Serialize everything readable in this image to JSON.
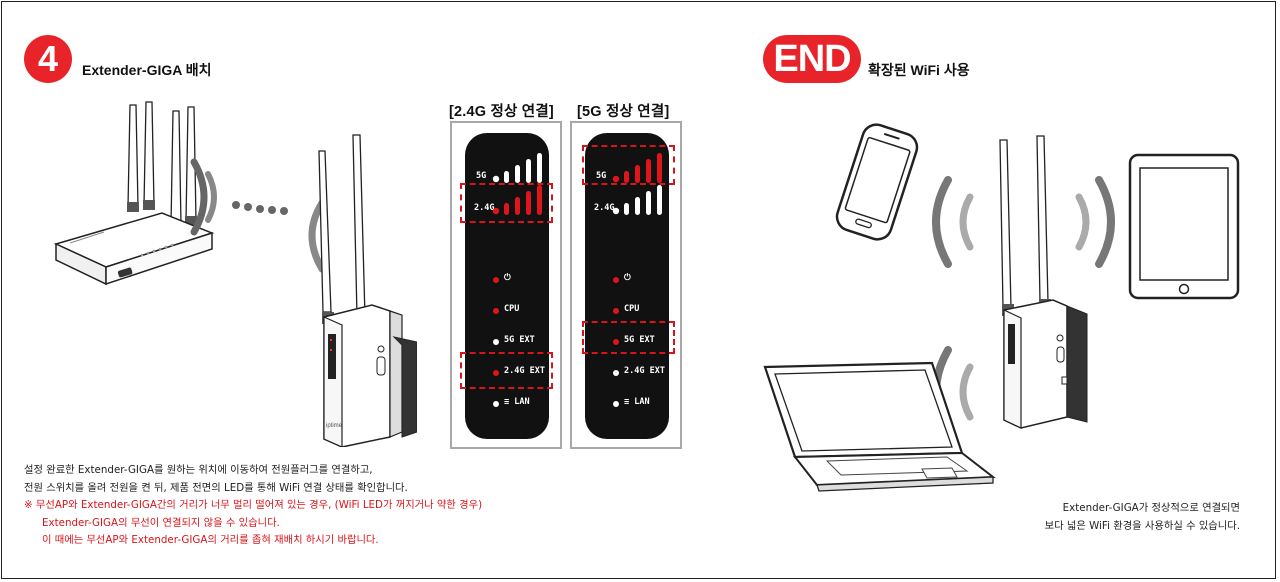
{
  "step4": {
    "badge": "4",
    "title": "Extender-GIGA 배치"
  },
  "end": {
    "badge": "END",
    "title": "확장된 WiFi 사용",
    "description_lines": [
      "Extender-GIGA가 정상적으로 연결되면",
      "보다 넓은 WiFi 환경을 사용하실 수 있습니다."
    ]
  },
  "panels": [
    {
      "caption": "[2.4G 정상 연결]",
      "leds": [
        "5G",
        "2.4G",
        "⏻",
        "CPU",
        "5G EXT",
        "2.4G EXT",
        "≡ LAN"
      ],
      "highlight": [
        "2.4G",
        "2.4G EXT"
      ]
    },
    {
      "caption": "[5G 정상 연결]",
      "leds": [
        "5G",
        "2.4G",
        "⏻",
        "CPU",
        "5G EXT",
        "2.4G EXT",
        "≡ LAN"
      ],
      "highlight": [
        "5G",
        "5G EXT"
      ]
    }
  ],
  "description": {
    "line1": "설정 완료한 Extender-GIGA를 원하는 위치에 이동하여 전원플러그를 연결하고,",
    "line2": "전원 스위치를 올려 전원을 켠 뒤, 제품 전면의 LED를 통해 WiFi 연결 상태를 확인합니다.",
    "note1": "※  무선AP와 Extender-GIGA간의 거리가 너무 멀리 떨어져 있는 경우, (WiFi LED가 꺼지거나 약한 경우)",
    "note2": "Extender-GIGA의 무선이 연결되지 않을 수 있습니다.",
    "note3": "이 때에는 무선AP와 Extender-GIGA의 거리를 좁혀 재배치 하시기 바랍니다."
  },
  "device_brand": "iptime",
  "colors": {
    "accent_red": "#e8242a",
    "led_red": "#e0151c",
    "panel_black": "#111111",
    "gray": "#8a8a8a"
  }
}
